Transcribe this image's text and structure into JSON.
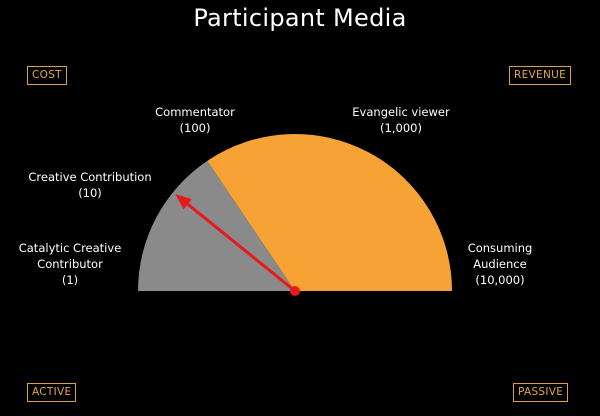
{
  "title": "Participant Media",
  "corners": {
    "top_left": "COST",
    "top_right": "REVENUE",
    "bottom_left": "ACTIVE",
    "bottom_right": "PASSIVE"
  },
  "labels": {
    "catalytic": {
      "line1": "Catalytic Creative",
      "line2": "Contributor",
      "value": "(1)"
    },
    "creative": {
      "line1": "Creative Contribution",
      "value": "(10)"
    },
    "commentator": {
      "line1": "Commentator",
      "value": "(100)"
    },
    "evangelic": {
      "line1": "Evangelic viewer",
      "value": "(1,000)"
    },
    "consuming": {
      "line1": "Consuming",
      "line2": "Audience",
      "value": "(10,000)"
    }
  },
  "colors": {
    "background": "#000000",
    "active_region": "#8a8a8a",
    "passive_region": "#f6a235",
    "pointer": "#e8191a",
    "corner_border": "#d9a24a"
  },
  "gauge": {
    "boundary_angle_deg": 124,
    "pointer_angle_deg": 141
  }
}
